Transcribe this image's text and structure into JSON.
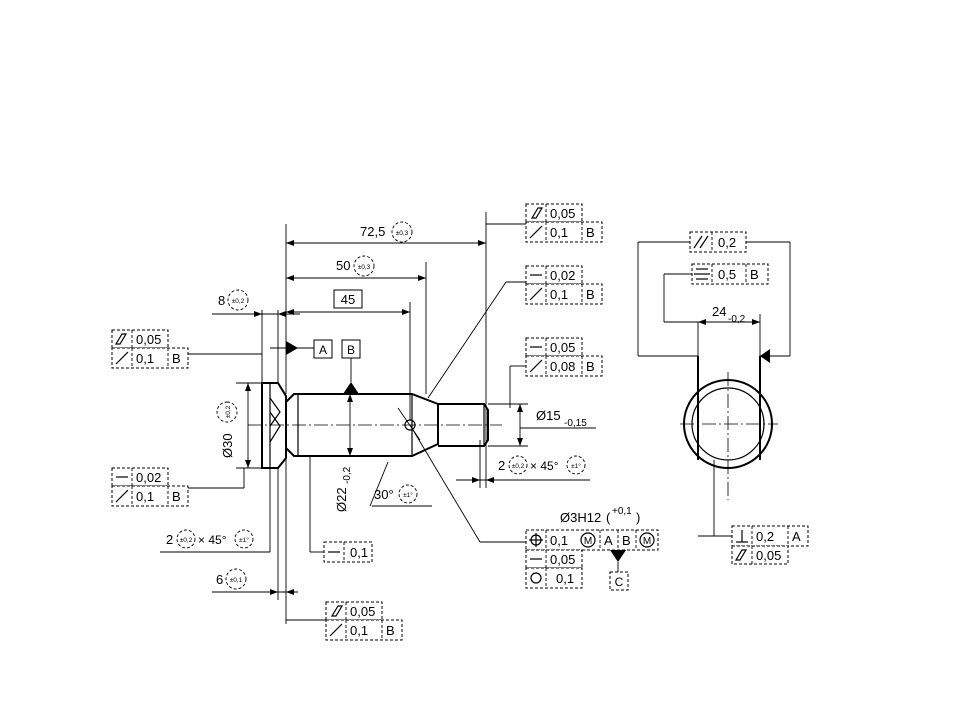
{
  "dimensions": {
    "overall_length": "72,5",
    "overall_tol": "±0,3",
    "length_50": "50",
    "length_50_tol": "±0,3",
    "basic_45": "45",
    "flange_8": "8",
    "flange_8_tol": "±0,2",
    "flange_6": "6",
    "flange_6_tol": "±0,1",
    "dia30": "Ø30",
    "dia30_tol": "±0,2",
    "dia22": "Ø22",
    "dia22_tol": "-0,2",
    "dia15": "Ø15",
    "dia15_tol": "-0,15",
    "chamfer_left_a": "2",
    "chamfer_left_tol_a": "±0,2",
    "chamfer_left_x": "× 45°",
    "chamfer_left_tol_b": "±1°",
    "chamfer_right_a": "2",
    "chamfer_right_tol_a": "±0,2",
    "chamfer_right_x": "× 45°",
    "chamfer_right_tol_b": "±1°",
    "angle30": "30°",
    "angle30_tol": "±1°",
    "width24": "24",
    "width24_tol": "-0,2",
    "hole": "Ø3H12",
    "hole_tol": "+0,1"
  },
  "datums": {
    "a": "A",
    "b": "B",
    "c": "C"
  },
  "fcf": {
    "tr1_v": "0,05",
    "tr2_v": "0,1",
    "tr2_d": "B",
    "mr1_v": "0,02",
    "mr2_v": "0,1",
    "mr2_d": "B",
    "rr1_v": "0,05",
    "rr2_v": "0,08",
    "rr2_d": "B",
    "lt1_v": "0,05",
    "lt2_v": "0,1",
    "lt2_d": "B",
    "lb1_v": "0,02",
    "lb2_v": "0,1",
    "lb2_d": "B",
    "st_v": "0,1",
    "bot1_v": "0,05",
    "bot2_v": "0,1",
    "bot2_d": "B",
    "pos_v": "0,1",
    "pos_mod": "M",
    "pos_d1": "A",
    "pos_d2": "B",
    "pos_mod2": "M",
    "str_v": "0,05",
    "circ_v": "0,1",
    "par_v": "0,2",
    "sym_v": "0,5",
    "sym_d": "B",
    "perp_v": "0,2",
    "perp_d": "A",
    "flat_v": "0,05"
  }
}
